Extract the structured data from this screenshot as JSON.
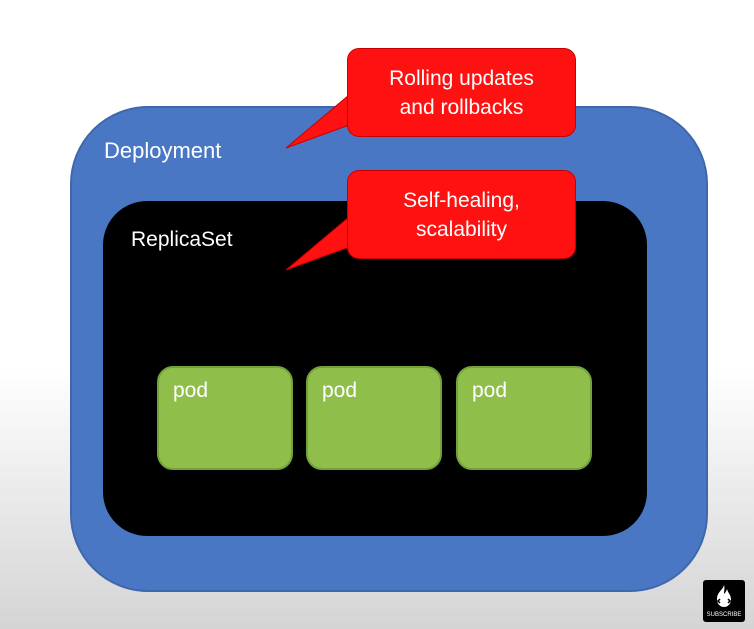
{
  "diagram": {
    "deployment": {
      "label": "Deployment",
      "color": "#4a77c4"
    },
    "replicaset": {
      "label": "ReplicaSet",
      "color": "#000000"
    },
    "pods": [
      {
        "label": "pod"
      },
      {
        "label": "pod"
      },
      {
        "label": "pod"
      }
    ],
    "callouts": [
      {
        "lines": [
          "Rolling updates",
          "and rollbacks"
        ],
        "color": "#ff1111"
      },
      {
        "lines": [
          "Self-healing,",
          "scalability"
        ],
        "color": "#ff1111"
      }
    ]
  },
  "logo": {
    "icon": "fire-icon",
    "text": "SUBSCRIBE"
  }
}
